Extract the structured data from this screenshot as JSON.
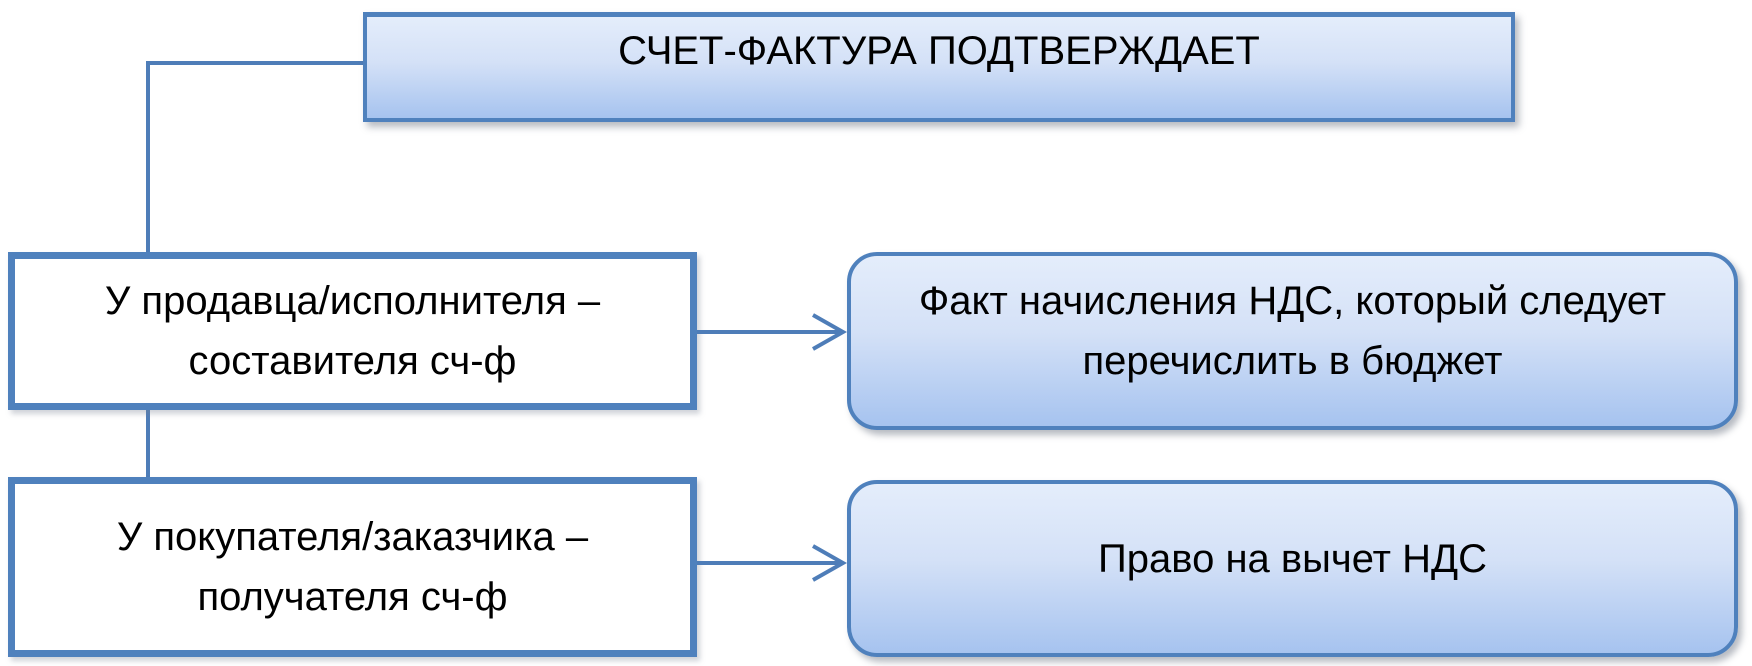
{
  "diagram": {
    "title_box": {
      "label": "СЧЕТ-ФАКТУРА ПОДТВЕРЖДАЕТ"
    },
    "rows": [
      {
        "source": {
          "line1": "У продавца/исполнителя –",
          "line2": "составителя сч-ф"
        },
        "target": {
          "line1": "Факт начисления НДС, который следует",
          "line2": "перечислить в бюджет"
        }
      },
      {
        "source": {
          "line1": "У покупателя/заказчика –",
          "line2": "получателя сч-ф"
        },
        "target": {
          "line1": "Право на вычет НДС"
        }
      }
    ],
    "colors": {
      "accent-border": "#4f81bd",
      "connector": "#4e7db8",
      "gradient-top": "#e4edfb",
      "gradient-mid": "#d4e1f7",
      "gradient-bottom": "#a6c3ef",
      "text": "#000000",
      "box-fill-white": "#ffffff"
    }
  }
}
